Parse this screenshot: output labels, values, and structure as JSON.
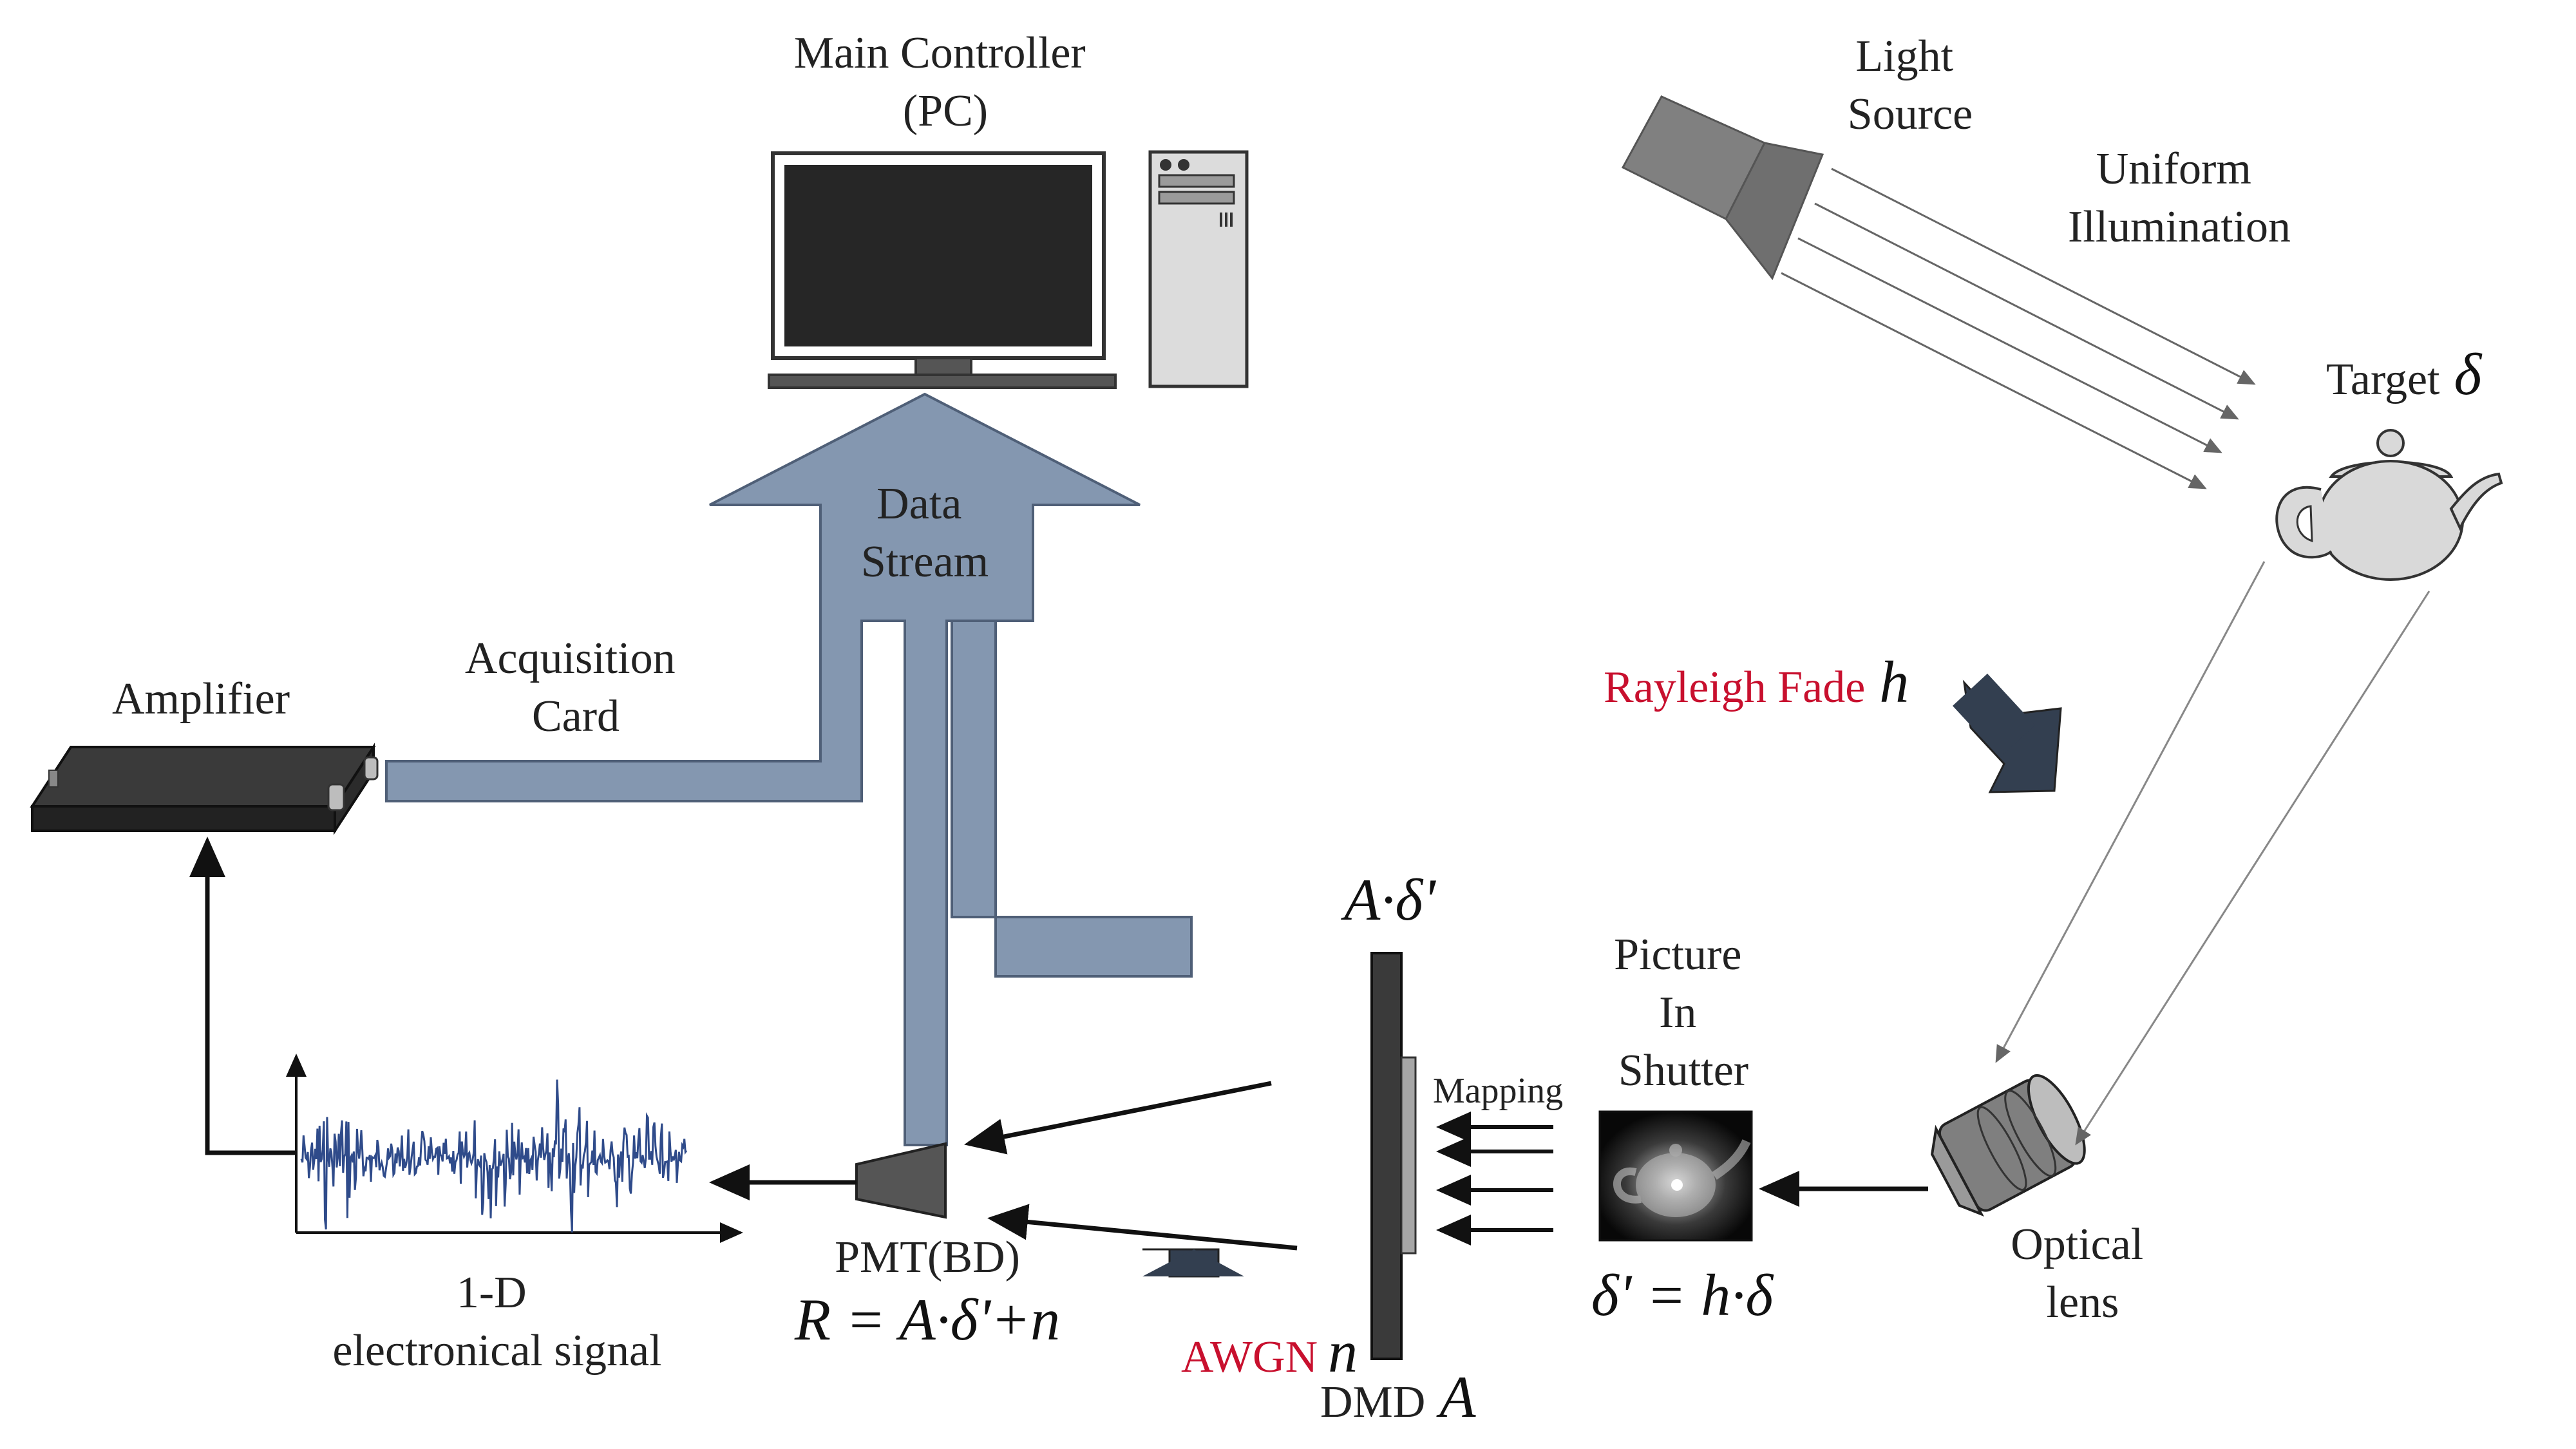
{
  "labels": {
    "main_controller": [
      "Main Controller",
      "(PC)"
    ],
    "data_stream": [
      "Data",
      "Stream"
    ],
    "light_source": [
      "Light",
      "Source"
    ],
    "uniform_illumination": [
      "Uniform",
      "Illumination"
    ],
    "target": "Target",
    "target_symbol": "δ",
    "amplifier": "Amplifier",
    "acquisition_card": [
      "Acquisition",
      "Card"
    ],
    "rayleigh_fade": "Rayleigh Fade",
    "rayleigh_symbol": "h",
    "dmd_top_formula": "A·δ'",
    "picture_in_shutter": [
      "Picture",
      "In",
      "Shutter"
    ],
    "mapping": "Mapping",
    "signal_label": [
      "1-D",
      "electronical signal"
    ],
    "pmt": "PMT(BD)",
    "pmt_formula": "R = A·δ'+n",
    "awgn": "AWGN",
    "awgn_symbol": "n",
    "dmd": "DMD",
    "dmd_symbol": "A",
    "shutter_formula": "δ' = h·δ",
    "optical_lens": [
      "Optical",
      "lens"
    ]
  },
  "colors": {
    "pipe": "#8497b0",
    "pipe_stroke": "#4f5f77",
    "dark_arrow": "#333f50",
    "red_text": "#c8102e",
    "signal": "#2f4b8a",
    "device_dark": "#3a3a3a",
    "light_source": "#7f7f7f",
    "teapot": "#d9d9d9"
  }
}
